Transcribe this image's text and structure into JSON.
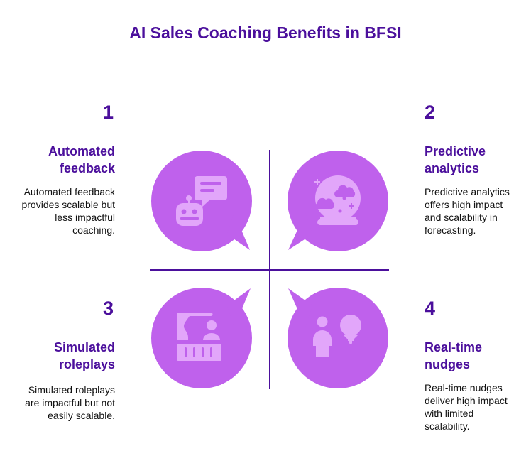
{
  "title": "AI Sales Coaching Benefits in BFSI",
  "colors": {
    "accent": "#4b0f9c",
    "bubble": "#bf61ec",
    "icon": "#e2a6fa",
    "text": "#111111"
  },
  "quadrants": [
    {
      "number": "1",
      "heading_line1": "Automated",
      "heading_line2": "feedback",
      "description_lines": [
        "Automated feedback",
        "provides scalable but",
        "less impactful",
        "coaching."
      ],
      "icon": "robot-chat-icon"
    },
    {
      "number": "2",
      "heading_line1": "Predictive",
      "heading_line2": "analytics",
      "description_lines": [
        "Predictive analytics",
        "offers high impact",
        "and scalability in",
        "forecasting."
      ],
      "icon": "crystal-ball-icon"
    },
    {
      "number": "3",
      "heading_line1": "Simulated",
      "heading_line2": "roleplays",
      "description_lines": [
        "Simulated roleplays",
        "are impactful but not",
        "easily scalable."
      ],
      "icon": "presentation-roleplay-icon"
    },
    {
      "number": "4",
      "heading_line1": "Real-time",
      "heading_line2": "nudges",
      "description_lines": [
        "Real-time nudges",
        "deliver high impact",
        "with limited",
        "scalability."
      ],
      "icon": "person-lightbulb-icon"
    }
  ]
}
